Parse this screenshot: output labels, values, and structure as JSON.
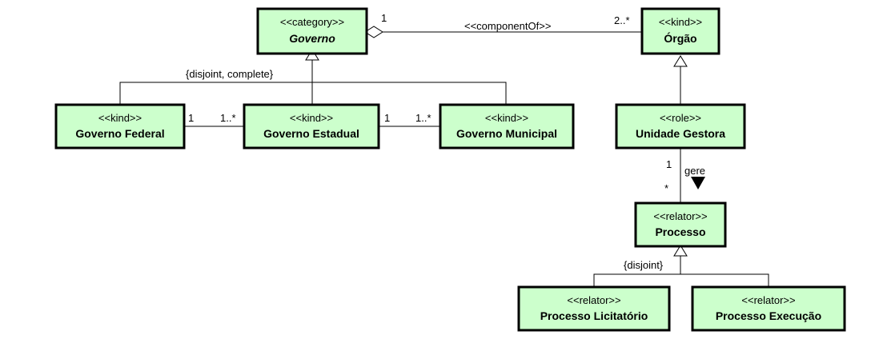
{
  "classes": {
    "governo": {
      "stereotype": "<<category>>",
      "name": "Governo"
    },
    "orgao": {
      "stereotype": "<<kind>>",
      "name": "Órgão"
    },
    "governo_federal": {
      "stereotype": "<<kind>>",
      "name": "Governo Federal"
    },
    "governo_estadual": {
      "stereotype": "<<kind>>",
      "name": "Governo Estadual"
    },
    "governo_municipal": {
      "stereotype": "<<kind>>",
      "name": "Governo Municipal"
    },
    "unidade_gestora": {
      "stereotype": "<<role>>",
      "name": "Unidade Gestora"
    },
    "processo": {
      "stereotype": "<<relator>>",
      "name": "Processo"
    },
    "processo_licitatorio": {
      "stereotype": "<<relator>>",
      "name": "Processo Licitatório"
    },
    "processo_execucao": {
      "stereotype": "<<relator>>",
      "name": "Processo Execução"
    }
  },
  "relations": {
    "component_of": {
      "label": "<<componentOf>>",
      "mult_governo": "1",
      "mult_orgao": "2..*"
    },
    "governo_generalization_set": "{disjoint, complete}",
    "federal_estadual": {
      "mult_federal": "1",
      "mult_estadual": "1..*"
    },
    "estadual_municipal": {
      "mult_estadual": "1",
      "mult_municipal": "1..*"
    },
    "gere": {
      "label": "gere",
      "mult_unidade": "1",
      "mult_processo": "*"
    },
    "processo_generalization_set": "{disjoint}"
  }
}
